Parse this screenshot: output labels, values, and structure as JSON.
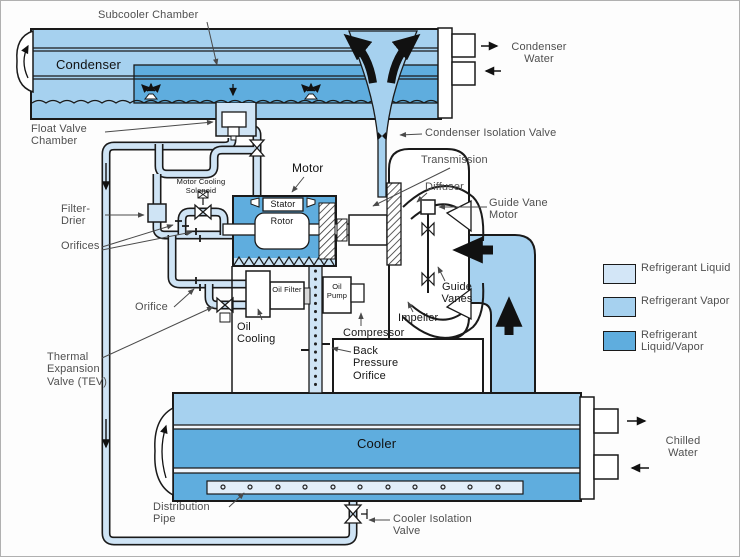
{
  "colors": {
    "refrigerant_liquid": "#d3e6f7",
    "refrigerant_vapor": "#a6d1ef",
    "refrigerant_liquid_vapor": "#5fadde",
    "pipe_fill": "#cfe4f5"
  },
  "labels": {
    "subcooler_chamber": "Subcooler Chamber",
    "condenser": "Condenser",
    "condenser_water": "Condenser Water",
    "condenser_isolation_valve": "Condenser Isolation Valve",
    "float_valve_chamber": "Float Valve Chamber",
    "motor": "Motor",
    "motor_cooling_solenoid": "Motor Cooling Solenoid",
    "stator": "Stator",
    "rotor": "Rotor",
    "transmission": "Transmission",
    "diffuser": "Diffuser",
    "guide_vane_motor": "Guide Vane Motor",
    "guide_vanes": "Guide Vanes",
    "impeller": "Impeller",
    "filter_drier": "Filter-Drier",
    "orifices": "Orifices",
    "orifice": "Orifice",
    "oil_filter": "Oil Filter",
    "oil_pump": "Oil Pump",
    "oil_cooling": "Oil Cooling",
    "compressor": "Compressor",
    "back_pressure_orifice": "Back Pressure Orifice",
    "thermal_expansion_valve": "Thermal Expansion Valve (TEV)",
    "cooler": "Cooler",
    "chilled_water": "Chilled Water",
    "distribution_pipe": "Distribution Pipe",
    "cooler_isolation_valve": "Cooler Isolation Valve"
  },
  "legend": {
    "items": [
      {
        "label": "Refrigerant Liquid",
        "color": "#d3e6f7"
      },
      {
        "label": "Refrigerant Vapor",
        "color": "#a6d1ef"
      },
      {
        "label": "Refrigerant Liquid/Vapor",
        "color": "#5fadde"
      }
    ]
  }
}
